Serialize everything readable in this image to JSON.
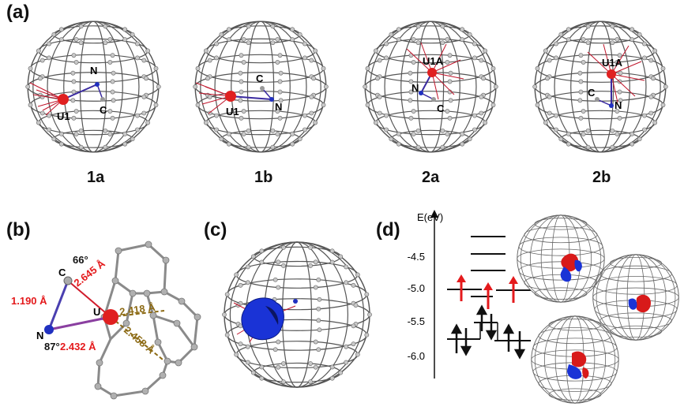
{
  "panels": {
    "a": {
      "letter": "(a)",
      "structures": [
        {
          "label": "1a",
          "atoms": {
            "u": "U1",
            "n": "N",
            "c": "C"
          }
        },
        {
          "label": "1b",
          "atoms": {
            "u": "U1",
            "n": "N",
            "c": "C"
          }
        },
        {
          "label": "2a",
          "atoms": {
            "u": "U1A",
            "n": "N",
            "c": "C"
          }
        },
        {
          "label": "2b",
          "atoms": {
            "u": "U1A",
            "n": "N",
            "c": "C"
          }
        }
      ]
    },
    "b": {
      "letter": "(b)",
      "atoms": {
        "c": "C",
        "n": "N",
        "u": "U"
      },
      "angles": {
        "c_angle": "66°",
        "n_angle": "87°"
      },
      "distances": {
        "cn": "1.190 Å",
        "uc": "2.645 Å",
        "un": "2.432 Å",
        "u_ring1": "2.418 Å",
        "u_ring2": "2.458 Å"
      }
    },
    "c": {
      "letter": "(c)"
    },
    "d": {
      "letter": "(d)",
      "axis": {
        "label": "E(eV)",
        "ticks": [
          "-4.5",
          "-5.0",
          "-5.5",
          "-6.0"
        ]
      }
    }
  },
  "colors": {
    "cage": "#555555",
    "uranium": "#e02020",
    "nitrogen": "#2030c0",
    "bond_red": "#c0142a",
    "dist_red": "#e41a1c",
    "dist_brown": "#8c6a14",
    "orbital_blue": "#1a33d6",
    "orbital_red": "#d81a1a"
  }
}
